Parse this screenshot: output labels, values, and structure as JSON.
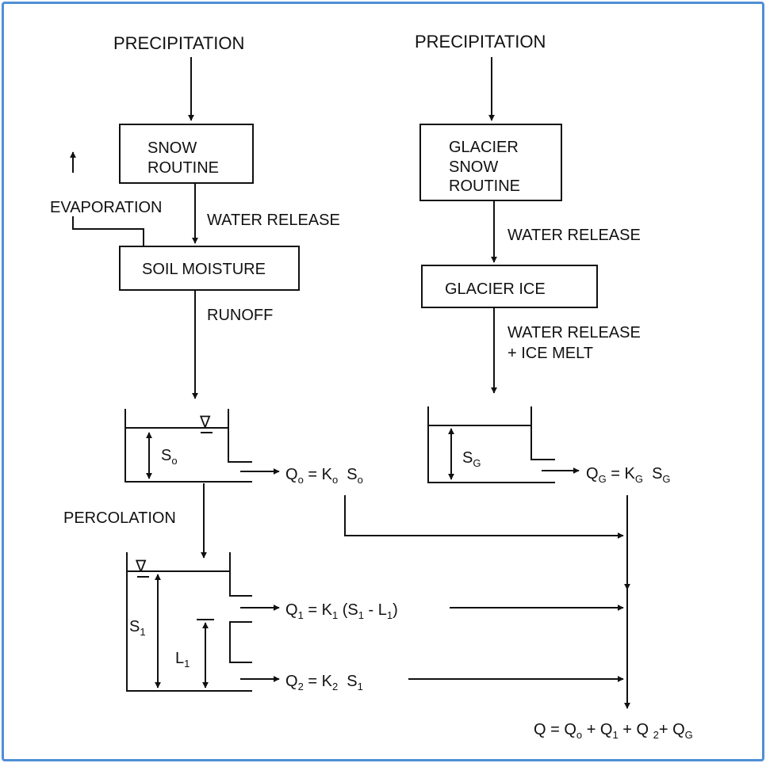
{
  "colors": {
    "frame": "#4f8fd6",
    "ink": "#111111"
  },
  "left": {
    "precipitation": "PRECIPITATION",
    "snow_routine_line1": "SNOW",
    "snow_routine_line2": "ROUTINE",
    "evaporation": "EVAPORATION",
    "water_release": "WATER RELEASE",
    "soil_moisture": "SOIL MOISTURE",
    "runoff": "RUNOFF",
    "percolation": "PERCOLATION"
  },
  "right": {
    "precipitation": "PRECIPITATION",
    "glacier_snow_line1": "GLACIER",
    "glacier_snow_line2": "SNOW",
    "glacier_snow_line3": "ROUTINE",
    "water_release": "WATER RELEASE",
    "glacier_ice": "GLACIER ICE",
    "water_release_2": "WATER RELEASE",
    "ice_melt": "+ ICE MELT"
  },
  "reservoirs": {
    "s0": {
      "symbol": "S",
      "sub": "o"
    },
    "sg": {
      "symbol": "S",
      "sub": "G"
    },
    "s1": {
      "symbol": "S",
      "sub": "1"
    },
    "l1": {
      "symbol": "L",
      "sub": "1"
    },
    "water_level_symbol": "∇"
  },
  "equations": {
    "q0": {
      "lhs": "Q",
      "lhs_sub": "o",
      "mid": " = K",
      "mid_sub": "o",
      "rhs": "  S",
      "rhs_sub": "o"
    },
    "qg": {
      "lhs": "Q",
      "lhs_sub": "G",
      "mid": " = K",
      "mid_sub": "G",
      "rhs": "  S",
      "rhs_sub": "G"
    },
    "q1": {
      "lhs": "Q",
      "lhs_sub": "1",
      "mid": " = K",
      "mid_sub": "1",
      "rhs": " (S",
      "rhs_sub": "1",
      "tail": " - L",
      "tail_sub": "1",
      "close": ")"
    },
    "q2": {
      "lhs": "Q",
      "lhs_sub": "2",
      "mid": " = K",
      "mid_sub": "2",
      "rhs": "  S",
      "rhs_sub": "1"
    },
    "total": {
      "lhs": "Q = Q",
      "s0": "o",
      "p1": " + Q",
      "s1": "1",
      "p2": " + Q ",
      "s2": "2",
      "p3": "+ Q",
      "sg": "G"
    }
  }
}
